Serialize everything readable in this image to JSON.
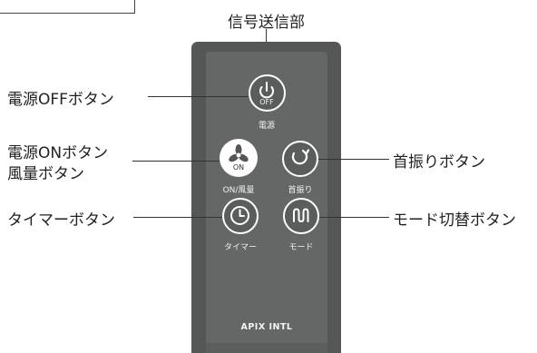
{
  "callouts": {
    "signal": "信号送信部",
    "power_off": "電源OFFボタン",
    "power_on_line1": "電源ONボタン",
    "power_on_line2": "風量ボタン",
    "swing": "首振りボタン",
    "timer": "タイマーボタン",
    "mode": "モード切替ボタン"
  },
  "remote": {
    "power_off_icon_text": "OFF",
    "power_label": "電源",
    "fan_icon_text": "ON",
    "on_label": "ON/風量",
    "swing_label": "首振り",
    "timer_label": "タイマー",
    "mode_label": "モード",
    "brand": "APIX INTL"
  },
  "colors": {
    "remote_body": "#555656",
    "remote_panel": "#656767",
    "button_outline": "#ffffff"
  }
}
